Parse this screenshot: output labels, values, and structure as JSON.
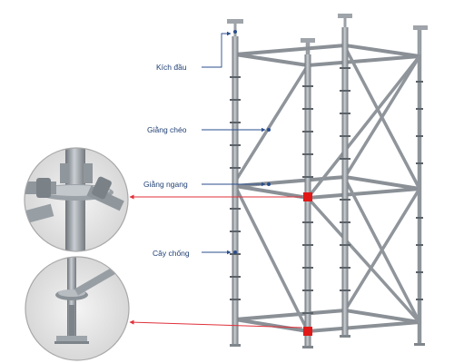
{
  "labels": {
    "head_jack": "Kích đầu",
    "diagonal_brace": "Giằng chéo",
    "horizontal_brace": "Giằng ngang",
    "standard_post": "Cây chống"
  },
  "colors": {
    "label_text": "#1f3f73",
    "arrow_blue": "#2a4d8c",
    "arrow_red": "#e0303a",
    "joint_red": "#e01818",
    "frame_steel": "#8a9096",
    "inset_ring": "#a8a8a8"
  }
}
